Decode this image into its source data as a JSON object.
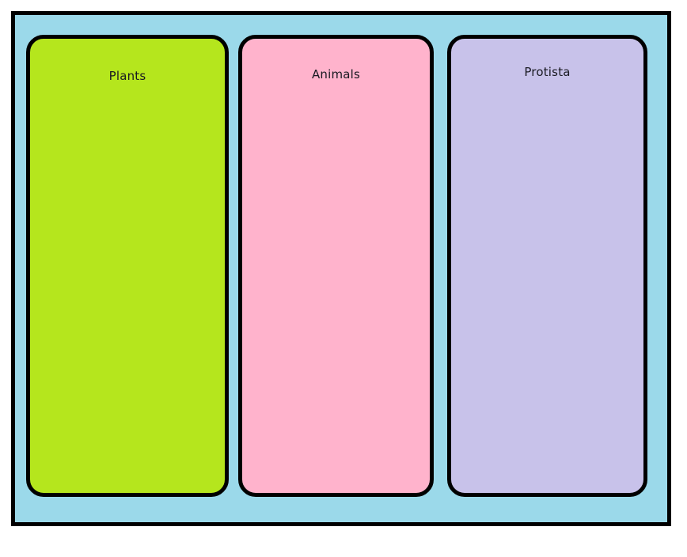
{
  "page": {
    "title": "Classification Chart",
    "background_color": "#ffffff"
  },
  "frame": {
    "background_color": "#9bd9ea",
    "border_color": "#000000"
  },
  "chart_data": {
    "type": "table",
    "title": "",
    "layout": "three-column classification organizer",
    "categories": [
      "Plants",
      "Animals",
      "Protista"
    ],
    "values": [
      0,
      0,
      0
    ],
    "column_colors": [
      "#b5e61d",
      "#ffb3cc",
      "#c8c2ea"
    ],
    "column_contents": [
      [],
      [],
      []
    ],
    "legend": [],
    "xlabel": "",
    "ylabel": ""
  },
  "columns": [
    {
      "id": "plants",
      "label": "Plants",
      "fill_color": "#b5e61d",
      "border_color": "#000000",
      "items": []
    },
    {
      "id": "animals",
      "label": "Animals",
      "fill_color": "#ffb3cc",
      "border_color": "#000000",
      "items": []
    },
    {
      "id": "protista",
      "label": "Protista",
      "fill_color": "#c8c2ea",
      "border_color": "#000000",
      "items": []
    }
  ]
}
